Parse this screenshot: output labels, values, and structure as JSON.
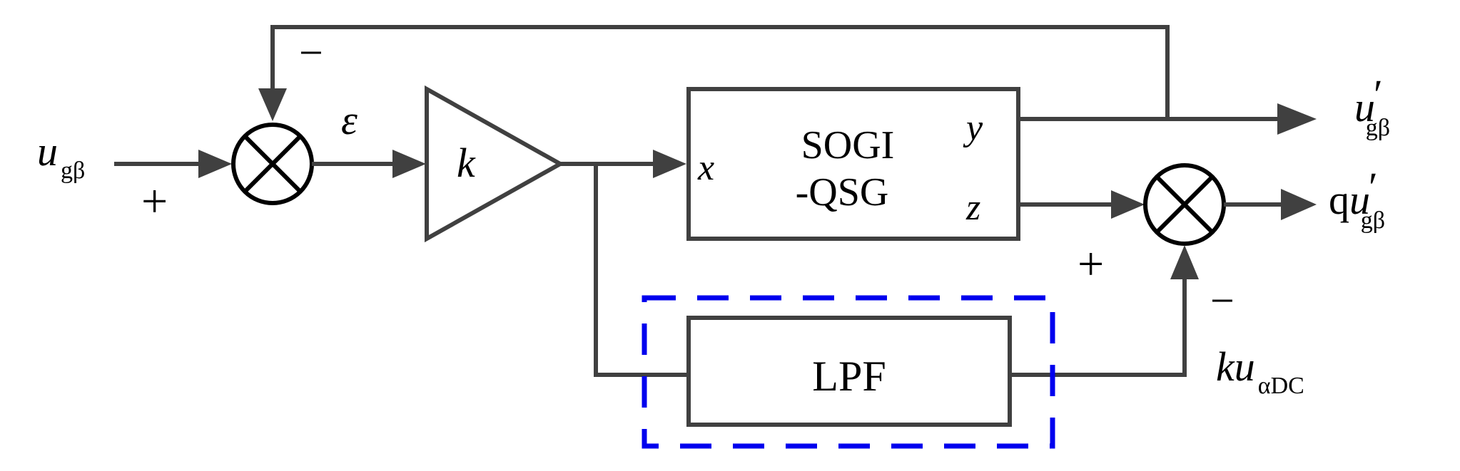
{
  "input": {
    "symbol": "u",
    "subscript": "gβ"
  },
  "sum1": {
    "top_sign": "−",
    "left_sign": "+"
  },
  "error": {
    "symbol": "ε"
  },
  "gain": {
    "label": "k"
  },
  "sogi": {
    "line1": "SOGI",
    "line2": "-QSG",
    "port_in": "x",
    "port_out_y": "y",
    "port_out_z": "z"
  },
  "output1": {
    "symbol": "u",
    "prime": "′",
    "subscript": "gβ"
  },
  "output2": {
    "prefix": "q",
    "symbol": "u",
    "prime": "′",
    "subscript": "gβ"
  },
  "sum2": {
    "left_sign": "+",
    "bottom_sign": "−"
  },
  "lpf": {
    "label": "LPF"
  },
  "dc_term": {
    "prefix": "k",
    "symbol": "u",
    "subscript": "αDC"
  },
  "colors": {
    "wire": "#404040",
    "highlight_dash": "#0000ee"
  }
}
